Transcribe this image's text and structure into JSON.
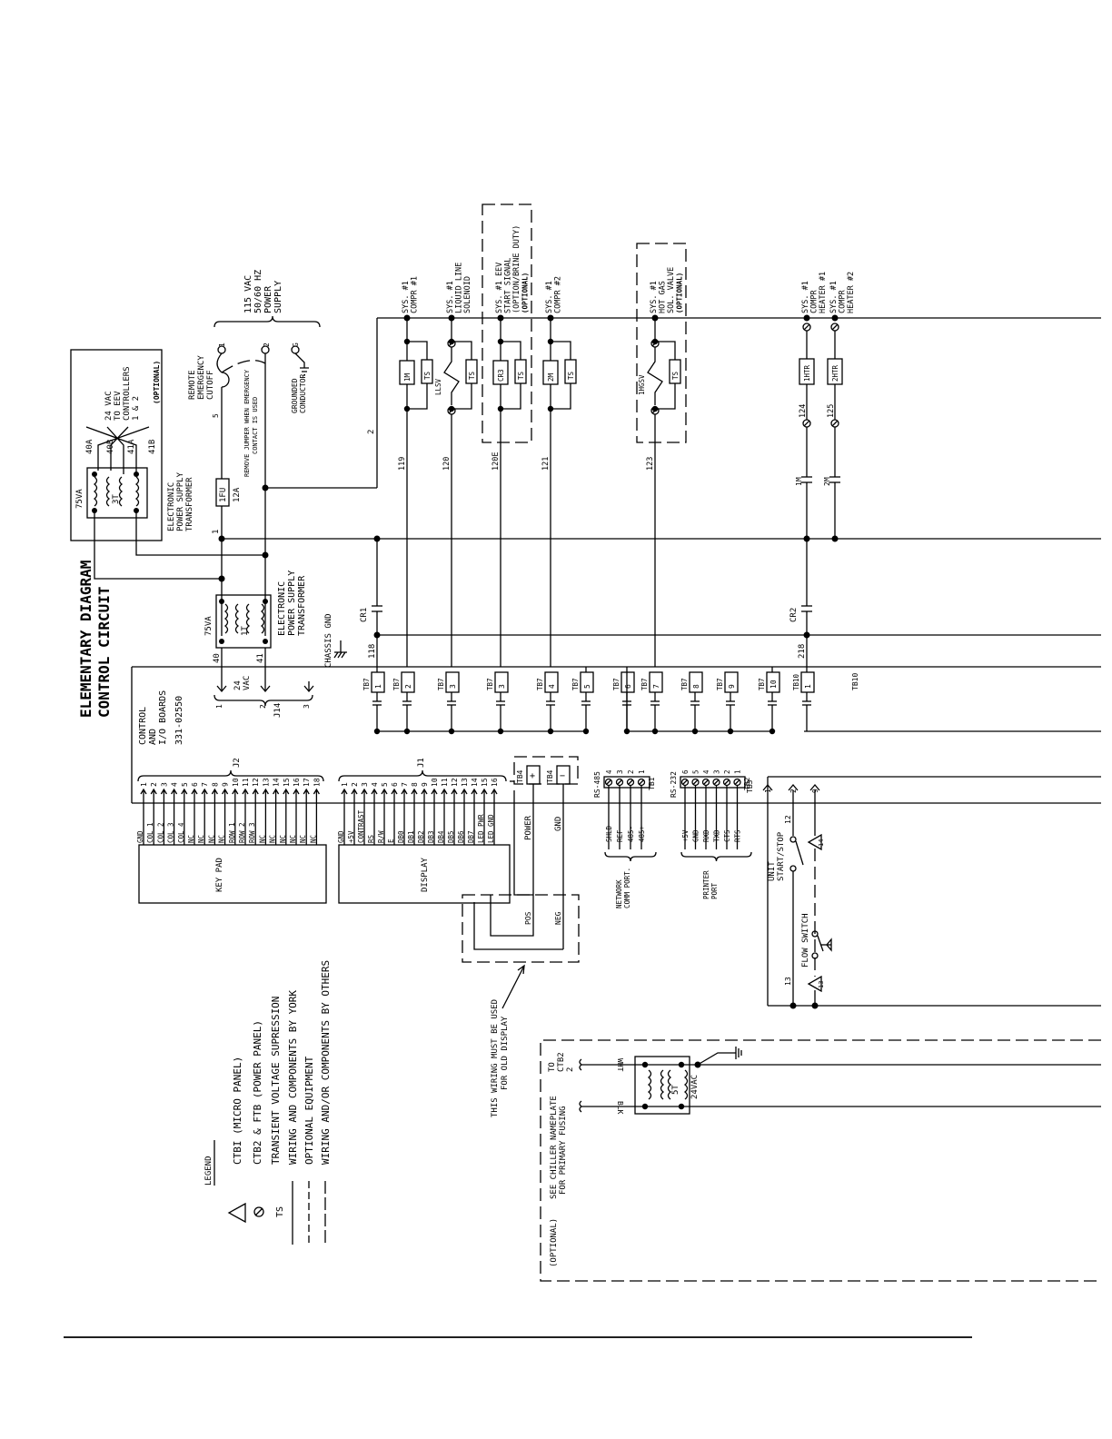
{
  "title": {
    "line1": "ELEMENTARY DIAGRAM",
    "line2": "CONTROL CIRCUIT"
  },
  "power_supply": {
    "label": [
      "115 VAC",
      "50/60 HZ",
      "POWER",
      "SUPPLY"
    ],
    "emergency_cutoff": [
      "REMOTE",
      "EMERGENCY",
      "CUTOFF"
    ],
    "jumper_note": [
      "REMOVE JUMPER WHEN EMERGENCY",
      "CONTACT IS USED"
    ],
    "grounded_conductor": [
      "GROUNDED",
      "CONDUCTOR"
    ],
    "term_1": "1",
    "term_2": "2",
    "term_g": "G",
    "term_5": "5"
  },
  "transformer_top": {
    "va": "75VA",
    "id": "3T",
    "label": [
      "ELECTRONIC",
      "POWER SUPPLY",
      "TRANSFORMER"
    ],
    "wires": [
      "40A",
      "40B",
      "41A",
      "41B"
    ],
    "eev_label": [
      "24 VAC",
      "TO EEV",
      "CONTROLLERS",
      "1 & 2"
    ],
    "optional": "(OPTIONAL)"
  },
  "transformer_main": {
    "va": "75VA",
    "id": "1T",
    "label": [
      "ELECTRONIC",
      "POWER SUPPLY",
      "TRANSFORMER"
    ],
    "chassis_gnd": "CHASSIS GND",
    "fuse": "1FU",
    "fuse_rating": "12A",
    "vac": [
      "24",
      "VAC"
    ],
    "w40": "40",
    "w41": "41",
    "j14": "J14",
    "j14_pins": [
      "1",
      "2",
      "3"
    ]
  },
  "board": {
    "label": [
      "CONTROL",
      "AND",
      "I/O BOARDS",
      "331-02550"
    ]
  },
  "wire_numbers": [
    "1",
    "2",
    "119",
    "120",
    "120E",
    "121",
    "123",
    "124",
    "125",
    "118",
    "218"
  ],
  "relays": {
    "cr1": "CR1",
    "cr2": "CR2",
    "m1": "1M",
    "m2": "2M"
  },
  "loads": [
    {
      "coil": "1M",
      "label": [
        "SYS. #1",
        "COMPR #1"
      ]
    },
    {
      "coil": "LLSV",
      "label": [
        "SYS. #1",
        "LIQUID LINE",
        "SOLENOID"
      ]
    },
    {
      "coil": "CR3",
      "label": [
        "SYS. #1 EEV",
        "START SIGNAL",
        "(OPTION/BRINE DUTY)",
        "(OPTIONAL)"
      ]
    },
    {
      "coil": "2M",
      "label": [
        "SYS. #1",
        "COMPR #2"
      ]
    },
    {
      "coil": "1HGSV",
      "label": [
        "SYS. #1",
        "HOT GAS",
        "SOL. VALVE",
        "(OPTIONAL)"
      ]
    },
    {
      "coil": "1HTR",
      "label": [
        "SYS. #1",
        "COMPR",
        "HEATER #1"
      ]
    },
    {
      "coil": "2HTR",
      "label": [
        "SYS. #1",
        "COMPR",
        "HEATER #2"
      ]
    }
  ],
  "ts": "TS",
  "terminals": {
    "tb7": "TB7",
    "tb10": "TB10",
    "tb7_numbers": [
      "2",
      "3",
      "3",
      "4",
      "5",
      "6",
      "7",
      "8",
      "9",
      "10"
    ],
    "tb10_number": "1"
  },
  "keypad": {
    "label": "KEY PAD",
    "connector": "J2",
    "signals": [
      "GND",
      "COL 1",
      "COL 2",
      "COL 3",
      "COL 4",
      "NC",
      "NC",
      "NC",
      "NC",
      "ROW 1",
      "ROW 2",
      "ROW 3",
      "NC",
      "NC",
      "NC",
      "NC",
      "NC",
      "NC"
    ],
    "pins": [
      "1",
      "2",
      "3",
      "4",
      "5",
      "6",
      "7",
      "8",
      "9",
      "10",
      "11",
      "12",
      "13",
      "14",
      "15",
      "16",
      "17",
      "18"
    ]
  },
  "display": {
    "label": "DISPLAY",
    "connector": "J1",
    "signals": [
      "GND",
      "+5V",
      "CONTRAST",
      "RS",
      "R/W",
      "E",
      "DB0",
      "DB1",
      "DB2",
      "DB3",
      "DB4",
      "DB5",
      "DB6",
      "DB7",
      "LED PWR",
      "LED GND"
    ],
    "pins": [
      "1",
      "2",
      "3",
      "4",
      "5",
      "6",
      "7",
      "8",
      "9",
      "10",
      "11",
      "12",
      "13",
      "14",
      "15",
      "16"
    ],
    "tb4": "TB4",
    "plus": "+",
    "minus": "−",
    "power": "POWER",
    "gnd": "GND",
    "pos": "POS",
    "neg": "NEG",
    "note": [
      "THIS WIRING MUST BE USED",
      "FOR OLD DISPLAY"
    ]
  },
  "rs485": {
    "header": "RS-485",
    "tb": "TB1",
    "pins": [
      "4",
      "3",
      "2",
      "1"
    ],
    "signals": [
      "SHLD",
      "REF",
      "485-",
      "485+"
    ],
    "label": [
      "NETWORK",
      "COMM PORT."
    ]
  },
  "rs232": {
    "header": "RS-232",
    "tb": "TB2",
    "pins": [
      "6",
      "5",
      "4",
      "3",
      "2",
      "1"
    ],
    "signals": [
      "+5V",
      "GND",
      "RXD",
      "TXD",
      "CTS",
      "RTS"
    ],
    "label": [
      "PRINTER",
      "PORT"
    ]
  },
  "tb3": {
    "tb": "TB3",
    "pins": [
      "1",
      "2",
      "9"
    ],
    "start_stop": [
      "UNIT",
      "START/STOP"
    ],
    "flow": "FLOW SWITCH",
    "wire_12": "12",
    "wire_13": "13",
    "tri_14": "14",
    "tri_13": "13"
  },
  "ctb2": {
    "optional": "(OPTIONAL)",
    "note": [
      "SEE CHILLER NAMEPLATE",
      "FOR PRIMARY FUSING"
    ],
    "to": [
      "TO",
      "CTB2",
      "2"
    ],
    "wht": "WHT",
    "blk": "BLK",
    "id": "5T",
    "vac": "24VAC"
  },
  "legend": {
    "title": "LEGEND",
    "items": [
      {
        "symbol": "triangle",
        "text": "CTBI (MICRO PANEL)"
      },
      {
        "symbol": "circle",
        "text": "CTB2 & FTB (POWER PANEL)"
      },
      {
        "symbol": "TS",
        "text": "TRANSIENT VOLTAGE SUPRESSION"
      },
      {
        "symbol": "solid",
        "text": "WIRING AND COMPONENTS BY YORK"
      },
      {
        "symbol": "dash",
        "text": "OPTIONAL EQUIPMENT"
      },
      {
        "symbol": "longdash",
        "text": "WIRING AND/OR COMPONENTS BY OTHERS"
      }
    ]
  }
}
